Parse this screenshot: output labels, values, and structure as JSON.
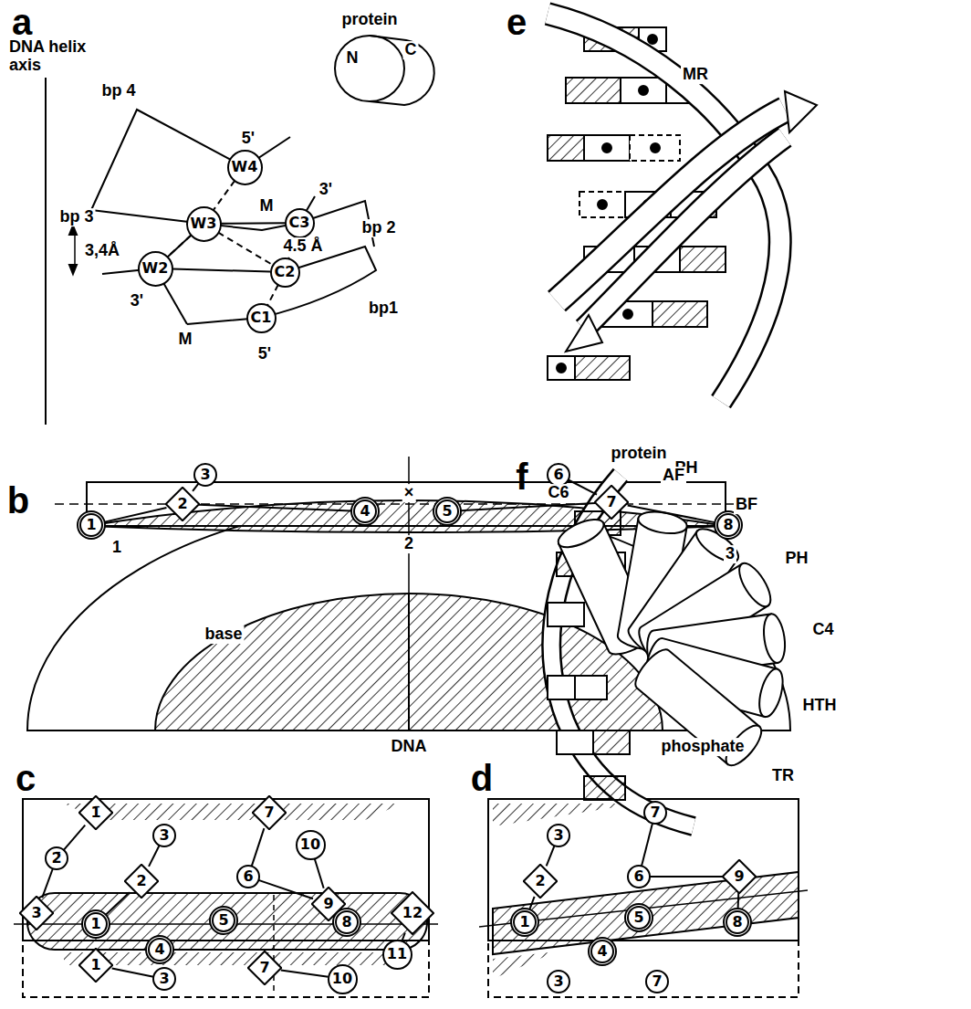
{
  "diagram": {
    "nodes": [
      {
        "text": [
          "W4"
        ]
      },
      {
        "text": [
          "W3"
        ]
      },
      {
        "text": [
          "W2"
        ]
      },
      {
        "text": [
          "C3"
        ]
      },
      {
        "text": [
          "C2"
        ]
      },
      {
        "text": [
          "C1"
        ]
      },
      {
        "text": [
          "1"
        ]
      },
      {
        "text": [
          "2"
        ]
      },
      {
        "text": [
          "3"
        ]
      },
      {
        "text": [
          "4"
        ]
      },
      {
        "text": [
          "5"
        ]
      },
      {
        "text": [
          "6"
        ]
      },
      {
        "text": [
          "7"
        ]
      },
      {
        "text": [
          "8"
        ]
      },
      {
        "text": [
          "1̄"
        ]
      },
      {
        "text": [
          "7"
        ]
      },
      {
        "text": [
          "2̄"
        ]
      },
      {
        "text": [
          "3"
        ]
      },
      {
        "text": [
          "10"
        ]
      },
      {
        "text": [
          "2"
        ]
      },
      {
        "text": [
          "6"
        ]
      },
      {
        "text": [
          "9"
        ]
      },
      {
        "text": [
          "3"
        ]
      },
      {
        "text": [
          "1"
        ]
      },
      {
        "text": [
          "5"
        ]
      },
      {
        "text": [
          "8"
        ]
      },
      {
        "text": [
          "12"
        ]
      },
      {
        "text": [
          "4"
        ]
      },
      {
        "text": [
          "11"
        ]
      },
      {
        "text": [
          "1"
        ]
      },
      {
        "text": [
          "3"
        ]
      },
      {
        "text": [
          "7"
        ]
      },
      {
        "text": [
          "10"
        ]
      },
      {
        "text": [
          "3"
        ]
      },
      {
        "text": [
          "7"
        ]
      },
      {
        "text": [
          "2"
        ]
      },
      {
        "text": [
          "6"
        ]
      },
      {
        "text": [
          "9"
        ]
      },
      {
        "text": [
          "1"
        ]
      },
      {
        "text": [
          "5"
        ]
      },
      {
        "text": [
          "8"
        ]
      },
      {
        "text": [
          "4"
        ]
      },
      {
        "text": [
          "3"
        ]
      },
      {
        "text": [
          "7"
        ]
      }
    ],
    "edges": [
      {
        "from": 0,
        "to": 1,
        "arrow": "none"
      },
      {
        "from": 1,
        "to": 2,
        "arrow": "none"
      },
      {
        "from": 3,
        "to": 4,
        "arrow": "none"
      },
      {
        "from": 4,
        "to": 5,
        "arrow": "none"
      },
      {
        "from": 1,
        "to": 4,
        "arrow": "none"
      },
      {
        "from": 1,
        "to": 3,
        "arrow": "none"
      },
      {
        "from": 2,
        "to": 4,
        "arrow": "none"
      },
      {
        "from": 7,
        "to": 6,
        "arrow": "none"
      },
      {
        "from": 7,
        "to": 8,
        "arrow": "none"
      },
      {
        "from": 7,
        "to": 9,
        "arrow": "none"
      },
      {
        "from": 12,
        "to": 11,
        "arrow": "none"
      },
      {
        "from": 12,
        "to": 10,
        "arrow": "none"
      },
      {
        "from": 12,
        "to": 13,
        "arrow": "none"
      },
      {
        "from": 14,
        "to": 16,
        "arrow": "none"
      },
      {
        "from": 16,
        "to": 22,
        "arrow": "none"
      },
      {
        "from": 19,
        "to": 17,
        "arrow": "none"
      },
      {
        "from": 19,
        "to": 23,
        "arrow": "none"
      },
      {
        "from": 15,
        "to": 20,
        "arrow": "none"
      },
      {
        "from": 20,
        "to": 21,
        "arrow": "none"
      },
      {
        "from": 21,
        "to": 18,
        "arrow": "none"
      },
      {
        "from": 21,
        "to": 25,
        "arrow": "none"
      },
      {
        "from": 26,
        "to": 28,
        "arrow": "none"
      },
      {
        "from": 29,
        "to": 30,
        "arrow": "none"
      },
      {
        "from": 31,
        "to": 32,
        "arrow": "none"
      },
      {
        "from": 35,
        "to": 33,
        "arrow": "none"
      },
      {
        "from": 35,
        "to": 38,
        "arrow": "none"
      },
      {
        "from": 34,
        "to": 36,
        "arrow": "none"
      },
      {
        "from": 36,
        "to": 37,
        "arrow": "none"
      },
      {
        "from": 37,
        "to": 40,
        "arrow": "none"
      }
    ],
    "labels": [
      "a",
      "DNA helix axis",
      "protein",
      "N",
      "C",
      "bp 4",
      "5'",
      "3'",
      "M",
      "bp 3",
      "3,4Å",
      "4.5 Å",
      "bp 2",
      "bp1",
      "3'",
      "M",
      "5'",
      "b",
      "protein",
      "PH",
      "1",
      "2",
      "3",
      "×",
      "base",
      "DNA",
      "phosphate",
      "c",
      "d",
      "e",
      "MR",
      "f",
      "C6",
      "AF",
      "BF",
      "PH",
      "C4",
      "HTH",
      "TR"
    ]
  }
}
